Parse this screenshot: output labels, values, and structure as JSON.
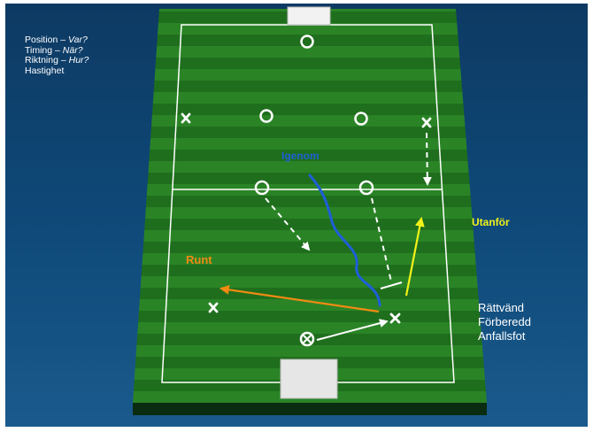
{
  "notes": {
    "position_label": "Position – ",
    "position_q": "Var?",
    "timing_label": "Timing – ",
    "timing_q": "När?",
    "riktning_label": "Riktning – ",
    "riktning_q": "Hur?",
    "hastighet": "Hastighet"
  },
  "labels": {
    "igenom": "Igenom",
    "runt": "Runt",
    "utanfor": "Utanför"
  },
  "player_notes": [
    "Rättvänd",
    "Förberedd",
    "Anfallsfot"
  ],
  "colors": {
    "grass_dark": "#1f6b1f",
    "grass_light": "#2e8a2a",
    "white": "#ffffff",
    "blue": "#1e5fd8",
    "orange": "#f08a12",
    "yellow": "#f2f21a"
  }
}
